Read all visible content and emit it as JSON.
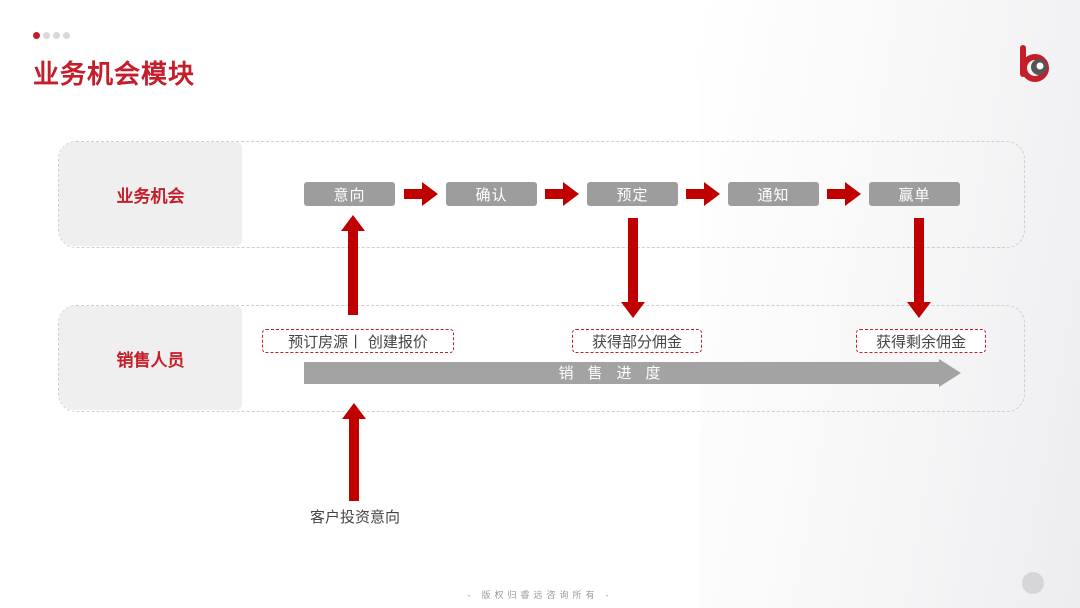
{
  "header": {
    "title": "业务机会模块",
    "page_dots": {
      "total": 4,
      "active_index": 0
    }
  },
  "logo": {
    "icon": "brand-logo-icon",
    "colors": {
      "red": "#c41e2a",
      "dark": "#555555"
    }
  },
  "lanes": {
    "top_label": "业务机会",
    "bottom_label": "销售人员"
  },
  "flow_steps": [
    {
      "label": "意向"
    },
    {
      "label": "确认"
    },
    {
      "label": "预定"
    },
    {
      "label": "通知"
    },
    {
      "label": "赢单"
    }
  ],
  "tags": {
    "booking": "预订房源丨 创建报价",
    "partial_commission": "获得部分佣金",
    "remaining_commission": "获得剩余佣金"
  },
  "progress": {
    "label": "销售进度"
  },
  "customer": {
    "label": "客户投资意向"
  },
  "footer": {
    "text": "- 版权归睿远咨询所有 -"
  },
  "colors": {
    "accent": "#c41e2a",
    "step_fill": "#9d9d9d",
    "progress_fill": "#a3a3a3",
    "panel_label_bg": "#efefef",
    "arrow_red": "#c00000"
  }
}
